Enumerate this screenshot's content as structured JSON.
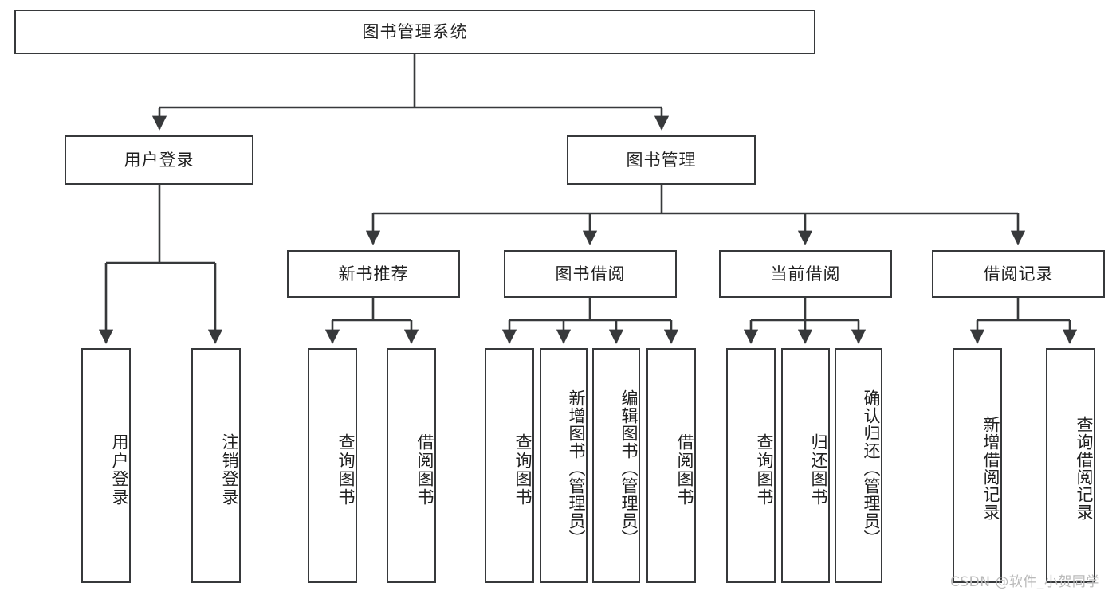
{
  "diagram": {
    "type": "hierarchy-tree",
    "title_node": {
      "label": "图书管理系统"
    },
    "level2": [
      {
        "id": "user-login",
        "label": "用户登录"
      },
      {
        "id": "book-manage",
        "label": "图书管理"
      }
    ],
    "level3": [
      {
        "id": "new-book-rec",
        "label": "新书推荐"
      },
      {
        "id": "book-borrow",
        "label": "图书借阅"
      },
      {
        "id": "current-borrow",
        "label": "当前借阅"
      },
      {
        "id": "borrow-record",
        "label": "借阅记录"
      }
    ],
    "leaves": [
      {
        "id": "leaf-user-login",
        "label": "用户登录"
      },
      {
        "id": "leaf-logout-login",
        "label": "注销登录"
      },
      {
        "id": "leaf-query-book-1",
        "label": "查询图书"
      },
      {
        "id": "leaf-borrow-book-1",
        "label": "借阅图书"
      },
      {
        "id": "leaf-query-book-2",
        "label": "查询图书"
      },
      {
        "id": "leaf-add-book",
        "label": "新增图书（管理员）"
      },
      {
        "id": "leaf-edit-book",
        "label": "编辑图书（管理员）"
      },
      {
        "id": "leaf-borrow-book-2",
        "label": "借阅图书"
      },
      {
        "id": "leaf-query-book-3",
        "label": "查询图书"
      },
      {
        "id": "leaf-return-book",
        "label": "归还图书"
      },
      {
        "id": "leaf-confirm-return",
        "label": "确认归还（管理员）"
      },
      {
        "id": "leaf-add-record",
        "label": "新增借阅记录"
      },
      {
        "id": "leaf-query-record",
        "label": "查询借阅记录"
      }
    ]
  },
  "watermark": {
    "text": "CSDN @软件_小贺同学"
  },
  "colors": {
    "stroke": "#37393b",
    "fill": "#ffffff",
    "text": "#1f1f1f",
    "watermark": "#b9b9b9"
  }
}
